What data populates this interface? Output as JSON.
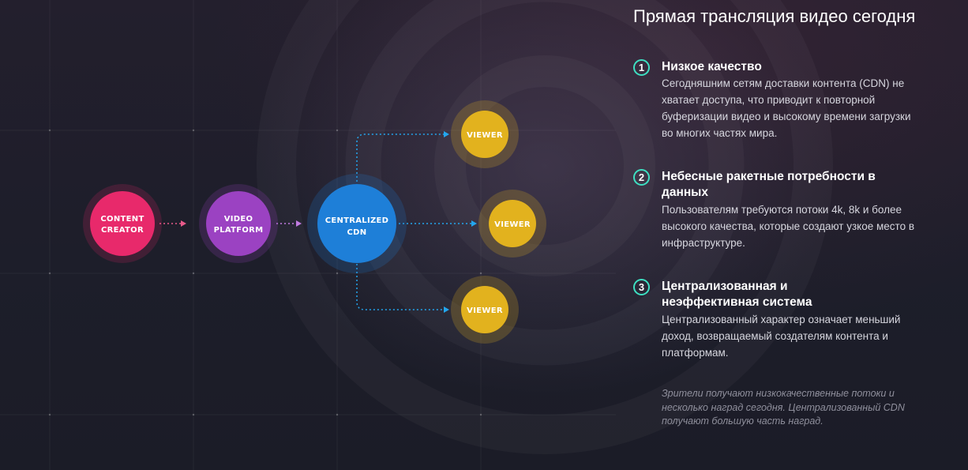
{
  "info": {
    "title": "Прямая трансляция видео сегодня",
    "items": [
      {
        "number": "1",
        "title": "Низкое качество",
        "description": "Сегодняшним сетям доставки контента (CDN) не хватает доступа, что приводит к повторной буферизации видео и высокому времени загрузки во многих частях мира."
      },
      {
        "number": "2",
        "title": "Небесные ракетные потребности в данных",
        "description": "Пользователям требуются потоки 4k, 8k и более высокого качества, которые создают узкое место в инфраструктуре."
      },
      {
        "number": "3",
        "title": "Централизованная и неэффективная система",
        "description": "Централизованный характер означает меньший доход, возвращаемый создателям контента и платформам."
      }
    ],
    "footnote": "Зрители получают низкокачественные потоки и несколько наград сегодня. Централизованный CDN получают большую часть наград."
  },
  "diagram": {
    "nodes": {
      "content_creator": {
        "line1": "CONTENT",
        "line2": "CREATOR",
        "color": "#e8296b"
      },
      "video_platform": {
        "line1": "VIDEO",
        "line2": "PLATFORM",
        "color": "#9b42c2"
      },
      "cdn": {
        "line1": "CENTRALIZED",
        "line2": "CDN",
        "color": "#1e7fd8"
      },
      "viewer_top": {
        "label": "VIEWER",
        "color": "#e2b21e"
      },
      "viewer_middle": {
        "label": "VIEWER",
        "color": "#e2b21e"
      },
      "viewer_bottom": {
        "label": "VIEWER",
        "color": "#e2b21e"
      }
    },
    "connector_colors": {
      "creator_to_platform": "#e85a8a",
      "platform_to_cdn": "#c07be0",
      "cdn_to_viewers": "#23a6ee"
    },
    "accent": "#3ee0c2"
  }
}
